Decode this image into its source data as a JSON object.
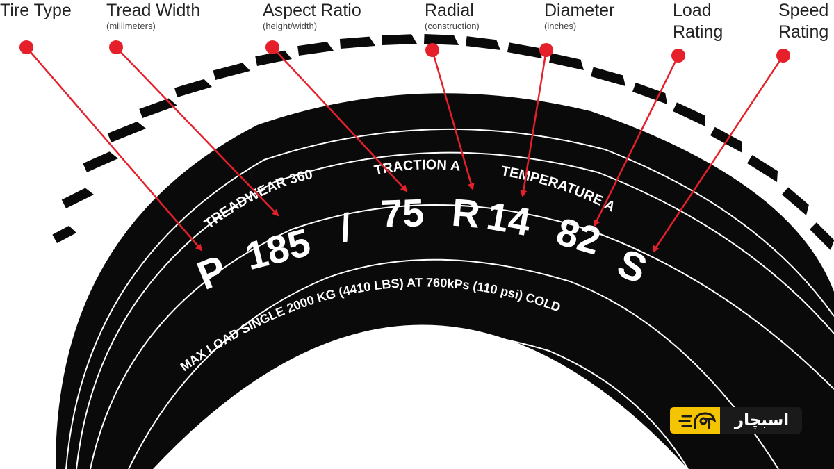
{
  "callouts": [
    {
      "id": "tire-type",
      "label": "Tire Type",
      "sub": ""
    },
    {
      "id": "tread-width",
      "label": "Tread Width",
      "sub": "(millimeters)"
    },
    {
      "id": "aspect-ratio",
      "label": "Aspect Ratio",
      "sub": "(height/width)"
    },
    {
      "id": "radial",
      "label": "Radial",
      "sub": "(construction)"
    },
    {
      "id": "diameter",
      "label": "Diameter",
      "sub": "(inches)"
    },
    {
      "id": "load-rating",
      "label": "Load Rating",
      "sub": ""
    },
    {
      "id": "speed-rating",
      "label": "Speed Rating",
      "sub": ""
    }
  ],
  "sidewall": {
    "treadwear": "TREADWEAR 360",
    "traction": "TRACTION A",
    "temperature": "TEMPERATURE A",
    "code": {
      "type": "P",
      "width": "185",
      "slash": "/",
      "aspect": "75",
      "construction": "R",
      "diameter": "14",
      "load": "82",
      "speed": "S"
    },
    "max_load": "MAX LOAD SINGLE 2000 KG (4410 LBS) AT 760kPs (110 psi) COLD"
  },
  "logo": {
    "text": "اسبچار"
  },
  "colors": {
    "arrow": "#e5202a",
    "tire": "#0a0a0a",
    "groove": "#ffffff",
    "logo_yellow": "#f5c400",
    "logo_dark": "#1a1a1a"
  }
}
